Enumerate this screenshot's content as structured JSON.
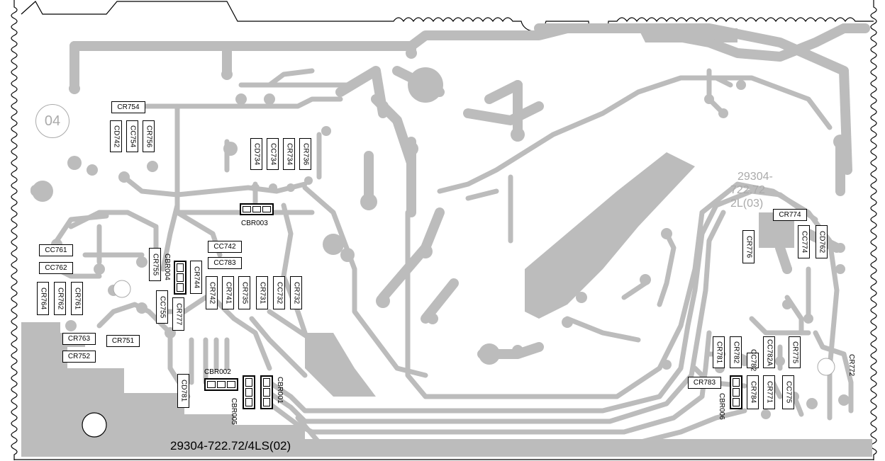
{
  "board": {
    "pcb_number": "29304-722.72/4LS(02)",
    "version_lines": [
      "29304-",
      "722.72",
      "2L(03)"
    ],
    "circle_number": "04",
    "trace_color": "#bcbcbc",
    "outline_color": "#000000"
  },
  "components": {
    "CR754": "CR754",
    "CD742": "CD742",
    "CC754": "CC754",
    "CR756": "CR756",
    "CD734": "CD734",
    "CC734": "CC734",
    "CR734": "CR734",
    "CR736": "CR736",
    "CBR003": "CBR003",
    "CC761": "CC761",
    "CC762": "CC762",
    "CR764": "CR764",
    "CR762": "CR762",
    "CR761": "CR761",
    "CR755": "CR755",
    "CBR004": "CBR004",
    "CR744": "CR744",
    "CC742": "CC742",
    "CC783": "CC783",
    "CR742": "CR742",
    "CR741": "CR741",
    "CR735": "CR735",
    "CR731": "CR731",
    "CC732": "CC732",
    "CR732": "CR732",
    "CC755": "CC755",
    "CR777": "CR777",
    "CR763": "CR763",
    "CR751": "CR751",
    "CR752": "CR752",
    "CBR002": "CBR002",
    "CD781": "CD781",
    "CBR005": "CBR005",
    "CBR001": "CBR001",
    "CR774": "CR774",
    "CR776": "CR776",
    "CC774": "CC774",
    "CD762": "CD762",
    "CR781": "CR781",
    "CR782": "CR782",
    "CC782": "CC782",
    "CC782A": "CC782A",
    "CR775": "CR775",
    "CR772": "CR772",
    "CR783": "CR783",
    "CBR006": "CBR006",
    "CR784": "CR784",
    "CR771": "CR771",
    "CC775": "CC775"
  }
}
